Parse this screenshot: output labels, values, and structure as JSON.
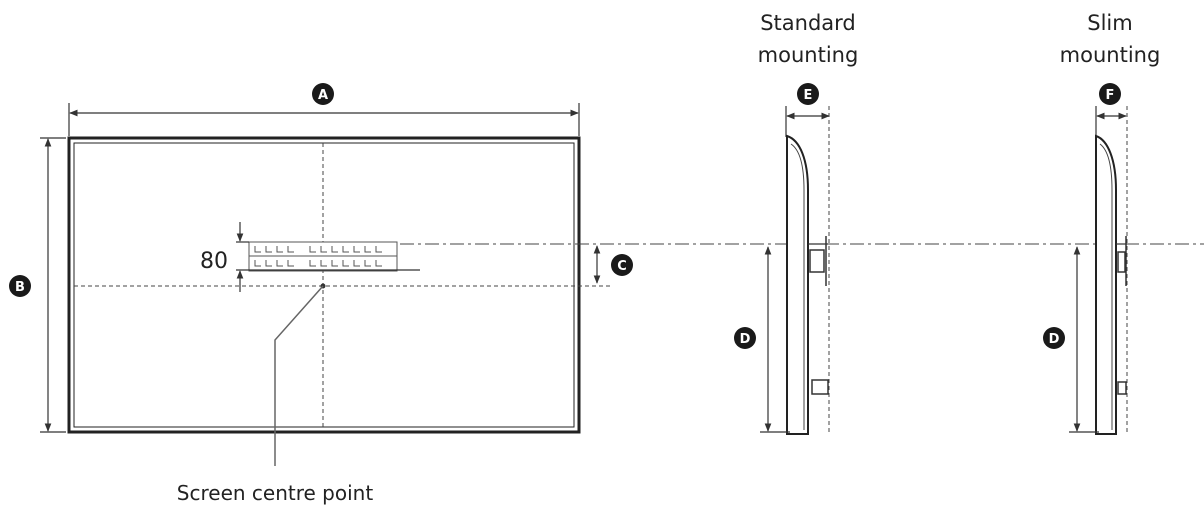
{
  "labels": {
    "standard_mounting_line1": "Standard",
    "standard_mounting_line2": "mounting",
    "slim_mounting_line1": "Slim",
    "slim_mounting_line2": "mounting",
    "bracket_spacing": "80",
    "screen_centre_point": "Screen centre point"
  },
  "badges": {
    "a": "A",
    "b": "B",
    "c": "C",
    "d_standard": "D",
    "d_slim": "D",
    "e": "E",
    "f": "F"
  }
}
